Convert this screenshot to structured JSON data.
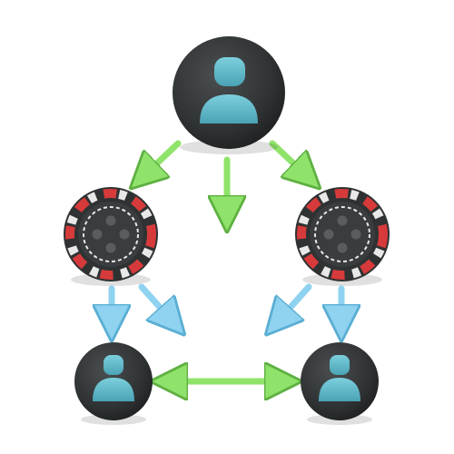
{
  "nodes": {
    "top_user": {
      "icon": "user-icon"
    },
    "left_chip": {
      "icon": "poker-chip-icon"
    },
    "right_chip": {
      "icon": "poker-chip-icon"
    },
    "bottom_left_user": {
      "icon": "user-icon"
    },
    "bottom_right_user": {
      "icon": "user-icon"
    }
  },
  "colors": {
    "node_dark": "#2f3233",
    "user_glyph": "#5bb7c8",
    "chip_red": "#d63a3a",
    "chip_white": "#e8e8e8",
    "green_arrow": "#8fe36a",
    "blue_arrow": "#8fd3f0"
  },
  "connections": [
    {
      "from": "top_user",
      "to": "left_chip",
      "color": "green",
      "direction": "forward"
    },
    {
      "from": "top_user",
      "to": "center",
      "color": "green",
      "direction": "forward"
    },
    {
      "from": "top_user",
      "to": "right_chip",
      "color": "green",
      "direction": "forward"
    },
    {
      "from": "left_chip",
      "to": "bottom_left_user",
      "color": "blue",
      "direction": "forward"
    },
    {
      "from": "left_chip",
      "to": "bottom_center",
      "color": "blue",
      "direction": "forward"
    },
    {
      "from": "right_chip",
      "to": "bottom_center",
      "color": "blue",
      "direction": "forward"
    },
    {
      "from": "right_chip",
      "to": "bottom_right_user",
      "color": "blue",
      "direction": "forward"
    },
    {
      "from": "bottom_left_user",
      "to": "bottom_right_user",
      "color": "green",
      "direction": "both"
    }
  ]
}
